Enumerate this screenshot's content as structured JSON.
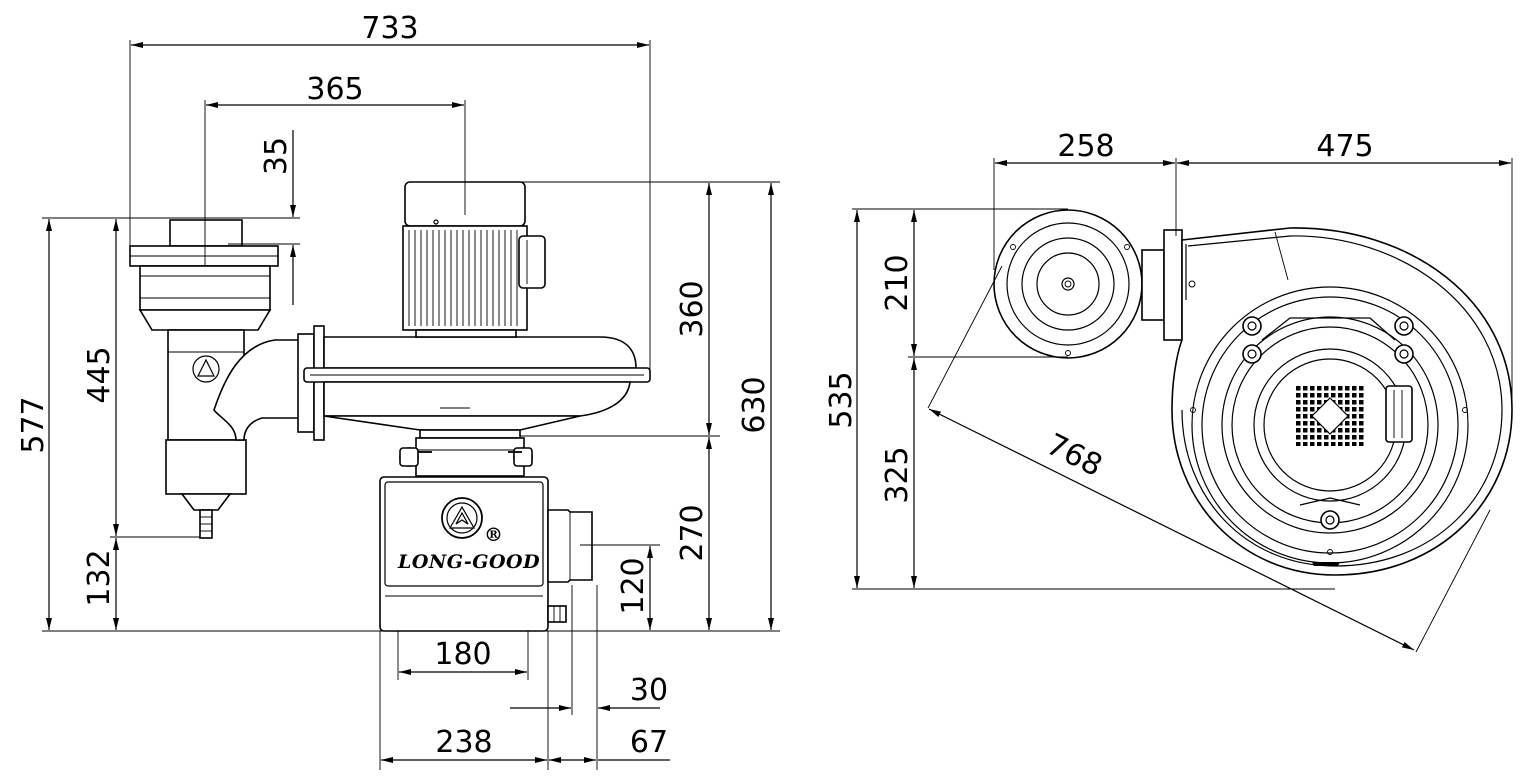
{
  "brand": {
    "name": "LONG-GOOD",
    "registered_mark": "®"
  },
  "front_view": {
    "dimensions": {
      "overall_width": "733",
      "inlet_to_motor_center": "365",
      "inlet_height": "35",
      "inlet_total_height": "445",
      "overall_height_left": "577",
      "drain_height": "132",
      "motor_height": "360",
      "overall_height": "630",
      "base_height": "270",
      "base_width": "180",
      "outlet_height": "120",
      "outlet_pipe": "30",
      "base_total_width": "238",
      "outlet_offset": "67"
    }
  },
  "top_view": {
    "dimensions": {
      "inlet_width": "258",
      "housing_width": "475",
      "inlet_diameter": "210",
      "overall_depth": "535",
      "lower_depth": "325",
      "diagonal": "768"
    }
  }
}
